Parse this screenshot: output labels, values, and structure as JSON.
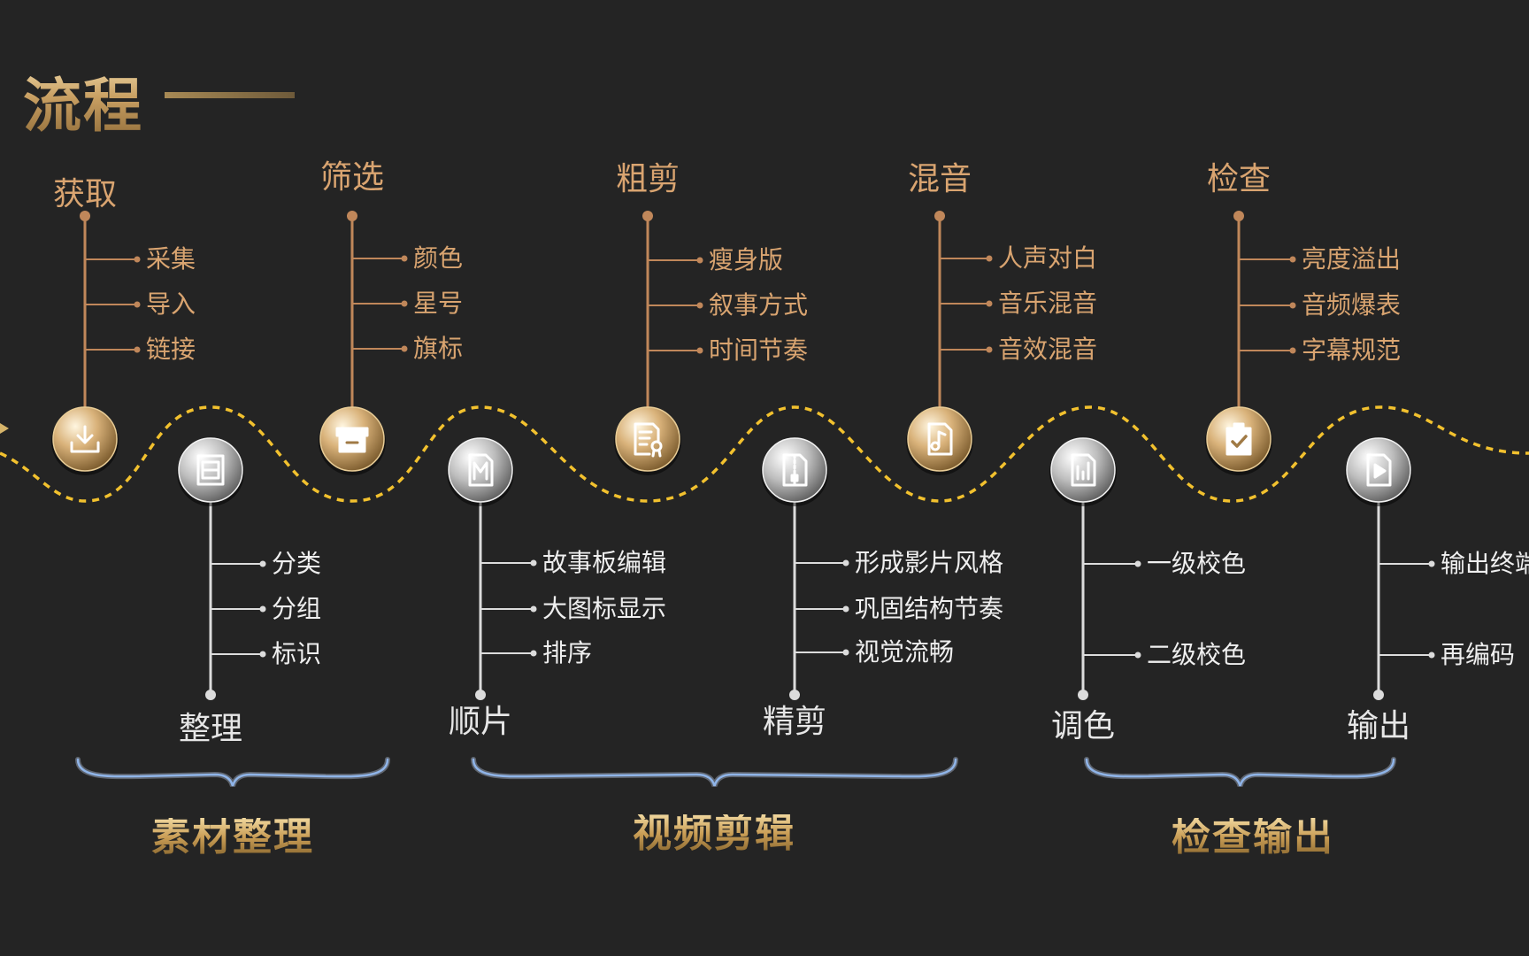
{
  "title": "流程",
  "colors": {
    "background": "#242424",
    "gold": "#d9a470",
    "silver": "#e6e6e6",
    "wave": "#f2c12e",
    "brace": "#8fb4e8"
  },
  "stages": [
    {
      "name": "获取",
      "icon": "download-icon",
      "tone": "gold",
      "items": [
        "采集",
        "导入",
        "链接"
      ]
    },
    {
      "name": "整理",
      "icon": "organize-icon",
      "tone": "silver",
      "items": [
        "分类",
        "分组",
        "标识"
      ]
    },
    {
      "name": "筛选",
      "icon": "archive-box-icon",
      "tone": "gold",
      "items": [
        "颜色",
        "星号",
        "旗标"
      ]
    },
    {
      "name": "顺片",
      "icon": "image-file-icon",
      "tone": "silver",
      "items": [
        "故事板编辑",
        "大图标显示",
        "排序"
      ]
    },
    {
      "name": "粗剪",
      "icon": "document-ribbon-icon",
      "tone": "gold",
      "items": [
        "瘦身版",
        "叙事方式",
        "时间节奏"
      ]
    },
    {
      "name": "精剪",
      "icon": "zip-file-icon",
      "tone": "silver",
      "items": [
        "形成影片风格",
        "巩固结构节奏",
        "视觉流畅"
      ]
    },
    {
      "name": "混音",
      "icon": "music-file-icon",
      "tone": "gold",
      "items": [
        "人声对白",
        "音乐混音",
        "音效混音"
      ]
    },
    {
      "name": "调色",
      "icon": "chart-file-icon",
      "tone": "silver",
      "items": [
        "一级校色",
        "二级校色"
      ]
    },
    {
      "name": "检查",
      "icon": "clipboard-check-icon",
      "tone": "gold",
      "items": [
        "亮度溢出",
        "音频爆表",
        "字幕规范"
      ]
    },
    {
      "name": "输出",
      "icon": "video-file-icon",
      "tone": "silver",
      "items": [
        "输出终端",
        "再编码"
      ]
    }
  ],
  "phases": [
    {
      "name": "素材整理"
    },
    {
      "name": "视频剪辑"
    },
    {
      "name": "检查输出"
    }
  ]
}
